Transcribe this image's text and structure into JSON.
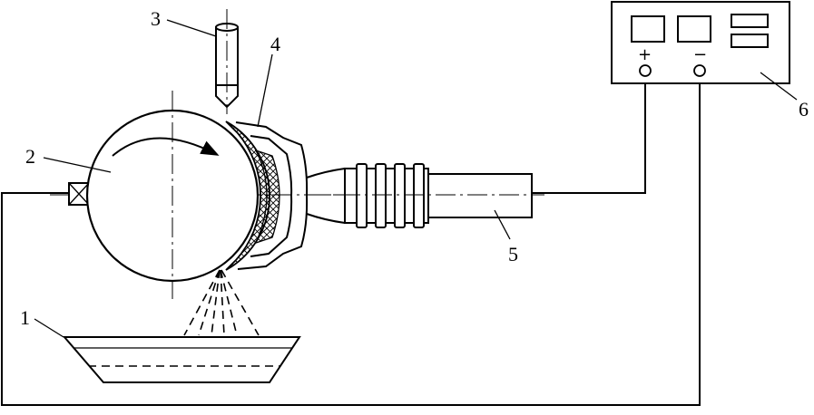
{
  "callouts": [
    {
      "id": "1",
      "text": "1"
    },
    {
      "id": "2",
      "text": "2"
    },
    {
      "id": "3",
      "text": "3"
    },
    {
      "id": "4",
      "text": "4"
    },
    {
      "id": "5",
      "text": "5"
    },
    {
      "id": "6",
      "text": "6"
    }
  ],
  "power_supply": {
    "plus_label": "+",
    "minus_label": "−"
  },
  "wheel": {
    "rotation": "clockwise"
  }
}
